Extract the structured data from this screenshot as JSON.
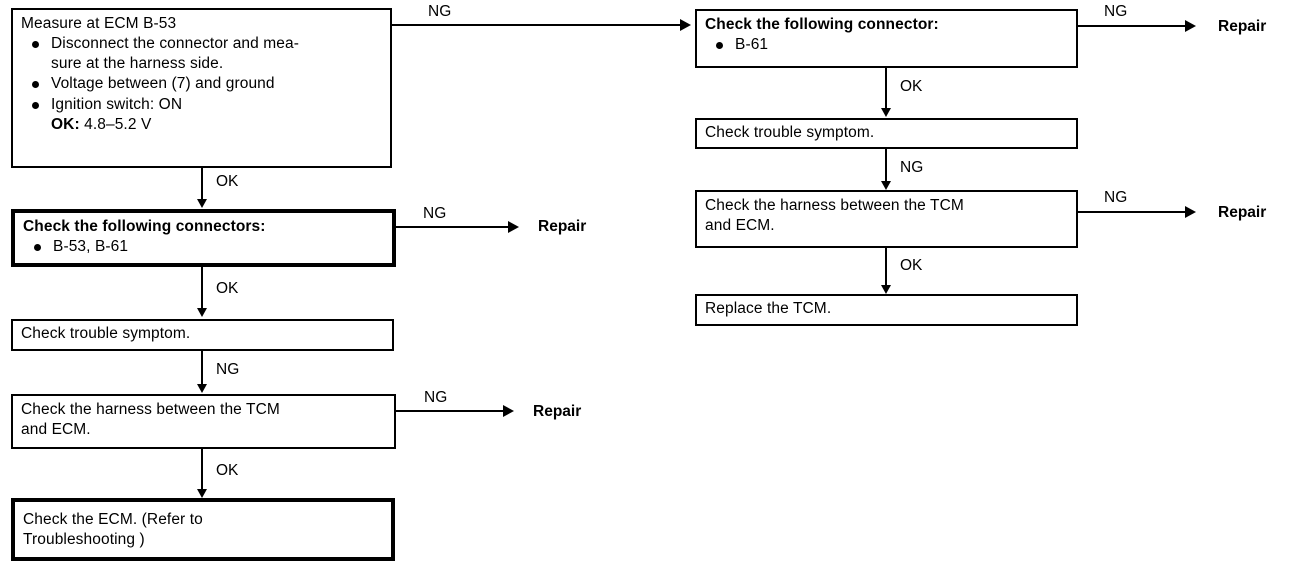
{
  "diagram": {
    "type": "troubleshooting-flowchart",
    "left_column": {
      "boxes": [
        {
          "id": "measure-ecm",
          "title": "Measure at ECM B-53",
          "bullets": [
            "Disconnect the connector and mea-\nsure at the harness side.",
            "Voltage between (7) and ground",
            "Ignition switch: ON"
          ],
          "sub_label": "OK:",
          "sub_value": "4.8–5.2 V"
        },
        {
          "id": "check-connectors",
          "title": "Check the following connectors:",
          "bullets": [
            "B-53, B-61"
          ]
        },
        {
          "id": "check-trouble-symptom",
          "title": "Check trouble symptom."
        },
        {
          "id": "check-harness",
          "title": "Check the harness between the TCM\nand ECM."
        },
        {
          "id": "check-ecm",
          "title": "Check the ECM. (Refer to\nTroubleshooting )"
        }
      ],
      "flow_labels": [
        "OK",
        "OK",
        "NG",
        "OK"
      ],
      "branch_labels": [
        "NG",
        "NG",
        "NG"
      ],
      "branch_targets": [
        "Repair",
        "Repair"
      ]
    },
    "right_column": {
      "boxes": [
        {
          "id": "check-connector",
          "title": "Check the following connector:",
          "bullets": [
            "B-61"
          ]
        },
        {
          "id": "check-trouble-symptom-r",
          "title": "Check trouble symptom."
        },
        {
          "id": "check-harness-r",
          "title": "Check the harness between the TCM\nand ECM."
        },
        {
          "id": "replace-tcm",
          "title": "Replace the TCM."
        }
      ],
      "flow_labels": [
        "OK",
        "NG",
        "OK"
      ],
      "branch_labels": [
        "NG",
        "NG"
      ],
      "branch_targets": [
        "Repair",
        "Repair"
      ]
    },
    "labels": {
      "ok": "OK",
      "ng": "NG",
      "repair": "Repair"
    }
  }
}
